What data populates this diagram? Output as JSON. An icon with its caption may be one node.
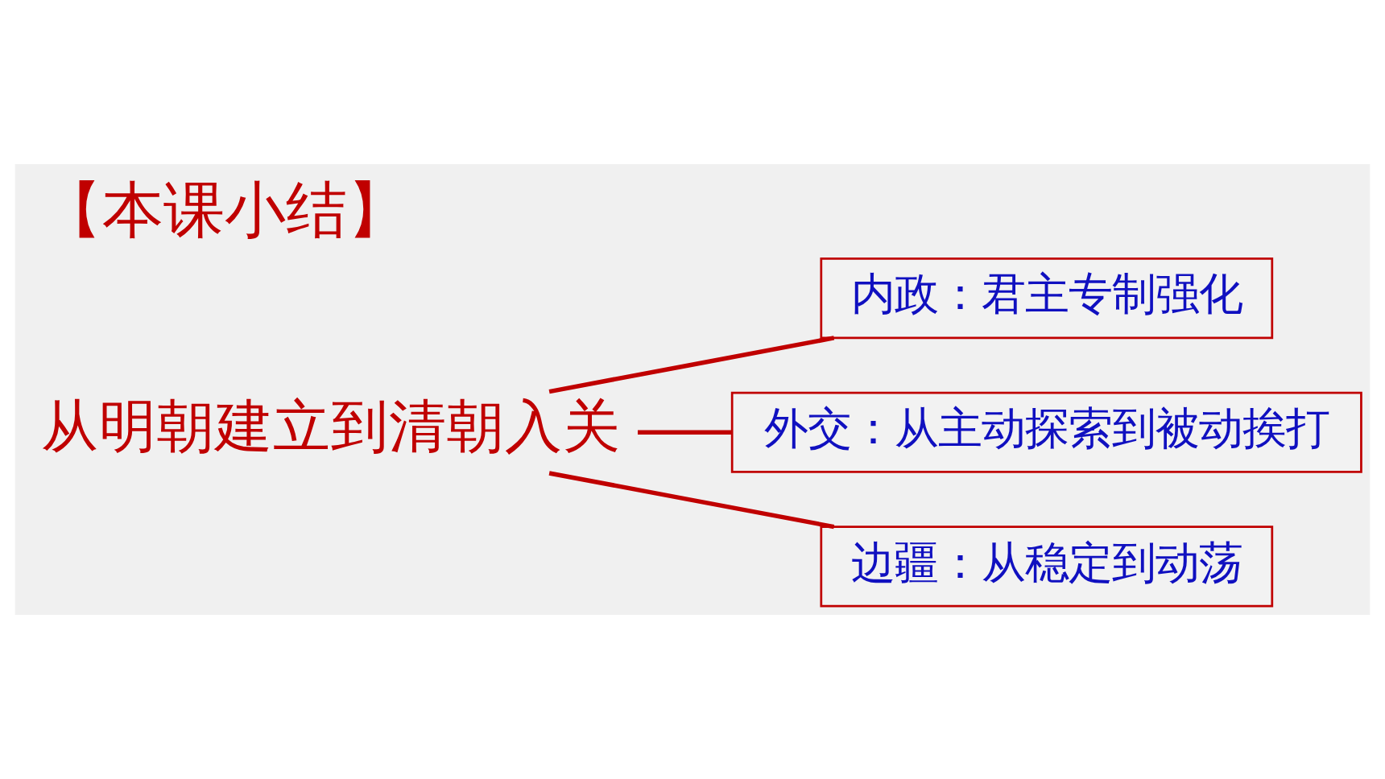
{
  "diagram": {
    "title": "【本课小结】",
    "nodes": [
      {
        "text": [
          "从明朝建立到清朝入关"
        ]
      },
      {
        "text": [
          "内政：君主专制强化"
        ]
      },
      {
        "text": [
          "外交：从主动探索到被动挨打"
        ]
      },
      {
        "text": [
          "边疆：从稳定到动荡"
        ]
      }
    ],
    "edges": [
      {
        "from": 0,
        "to": 1,
        "arrow": "none"
      },
      {
        "from": 0,
        "to": 2,
        "arrow": "none"
      },
      {
        "from": 0,
        "to": 3,
        "arrow": "none"
      }
    ]
  }
}
